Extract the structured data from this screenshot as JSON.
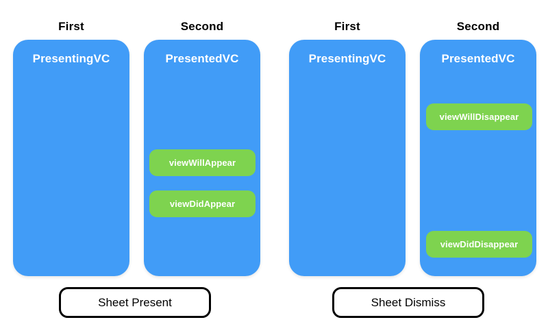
{
  "diagram": {
    "title_present": "Sheet Present",
    "title_dismiss": "Sheet Dismiss",
    "colors": {
      "card_blue": "#419cf7",
      "pill_green": "#7ed34f",
      "text_white": "#ffffff",
      "text_black": "#000000",
      "background": "#ffffff"
    },
    "groups": [
      {
        "id": "sheet-present",
        "button_label": "Sheet Present",
        "columns": [
          {
            "header": "First",
            "card_title": "PresentingVC",
            "pills": []
          },
          {
            "header": "Second",
            "card_title": "PresentedVC",
            "pills": [
              {
                "label": "viewWillAppear"
              },
              {
                "label": "viewDidAppear"
              }
            ]
          }
        ]
      },
      {
        "id": "sheet-dismiss",
        "button_label": "Sheet Dismiss",
        "columns": [
          {
            "header": "First",
            "card_title": "PresentingVC",
            "pills": []
          },
          {
            "header": "Second",
            "card_title": "PresentedVC",
            "pills": [
              {
                "label": "viewWillDisappear"
              },
              {
                "label": "viewDidDisappear"
              }
            ]
          }
        ]
      }
    ]
  }
}
